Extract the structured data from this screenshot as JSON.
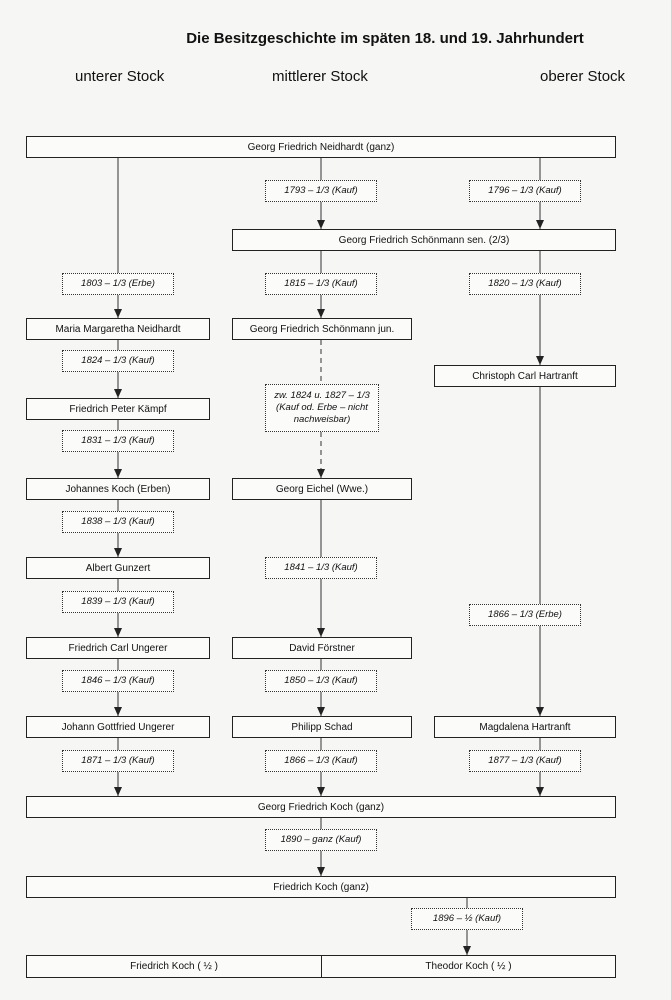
{
  "title": "Die Besitzgeschichte im späten 18. und 19. Jahrhundert",
  "columns": [
    "unterer Stock",
    "mittlerer Stock",
    "oberer Stock"
  ],
  "owners": {
    "o_top": "Georg Friedrich Neidhardt (ganz)",
    "o_schoen_sen": "Georg Friedrich Schönmann sen. (2/3)",
    "o_maria": "Maria Margaretha Neidhardt",
    "o_schoen_jun": "Georg Friedrich Schönmann jun.",
    "o_hartranft_c": "Christoph Carl Hartranft",
    "o_kaempf": "Friedrich Peter Kämpf",
    "o_johannes": "Johannes Koch (Erben)",
    "o_eichel": "Georg Eichel (Wwe.)",
    "o_gunzert": "Albert Gunzert",
    "o_fcu": "Friedrich Carl Ungerer",
    "o_foerstner": "David Förstner",
    "o_jgu": "Johann Gottfried Ungerer",
    "o_schad": "Philipp Schad",
    "o_magdalena": "Magdalena Hartranft",
    "o_gfkoch": "Georg Friedrich Koch (ganz)",
    "o_fkoch": "Friedrich Koch (ganz)",
    "o_fkoch_half": "Friedrich Koch ( ½ )",
    "o_theodor_half": "Theodor Koch ( ½ )"
  },
  "events": {
    "e_1793": "1793 – 1/3  (Kauf)",
    "e_1796": "1796 – 1/3  (Kauf)",
    "e_1803": "1803 – 1/3  (Erbe)",
    "e_1815": "1815 – 1/3  (Kauf)",
    "e_1820": "1820 – 1/3  (Kauf)",
    "e_1824": "1824 – 1/3  (Kauf)",
    "e_zw": "zw. 1824 u. 1827 – 1/3  (Kauf od. Erbe – nicht nachweisbar)",
    "e_1831": "1831 – 1/3  (Kauf)",
    "e_1838": "1838 – 1/3  (Kauf)",
    "e_1841": "1841 – 1/3  (Kauf)",
    "e_1839": "1839 – 1/3  (Kauf)",
    "e_1866e": "1866 – 1/3  (Erbe)",
    "e_1846": "1846 – 1/3  (Kauf)",
    "e_1850": "1850 – 1/3  (Kauf)",
    "e_1871": "1871 – 1/3  (Kauf)",
    "e_1866k": "1866 – 1/3  (Kauf)",
    "e_1877": "1877 – 1/3  (Kauf)",
    "e_1890": "1890 – ganz (Kauf)",
    "e_1896": "1896 – ½  (Kauf)"
  }
}
